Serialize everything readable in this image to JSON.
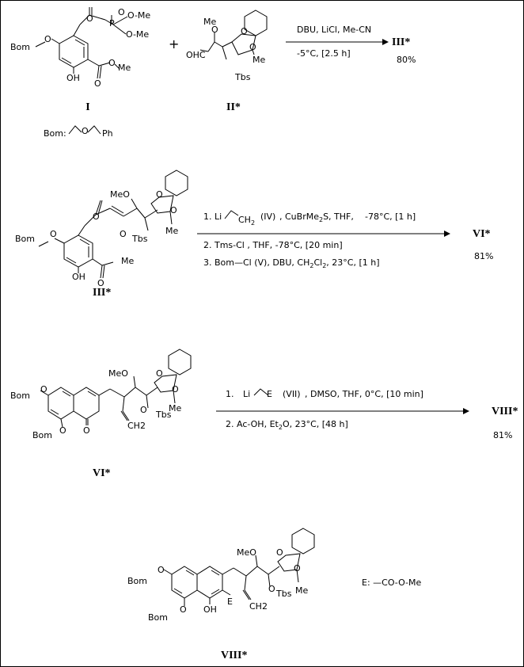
{
  "scheme": {
    "step1": {
      "compound_I": {
        "label": "I",
        "groups": [
          "O",
          "O",
          "P",
          "O-Me",
          "O-Me",
          "Bom",
          "O",
          "O",
          "OH",
          "O",
          "Me"
        ]
      },
      "plus": "+",
      "compound_II": {
        "label": "II*",
        "groups": [
          "O",
          "O",
          "Me",
          "OHC",
          "O",
          "Tbs",
          "Me"
        ]
      },
      "bom_definition": {
        "prefix": "Bom:",
        "O": "O",
        "Ph": "Ph"
      },
      "conditions_top": "DBU, LiCl, Me-CN",
      "conditions_bottom": "-5°C, [2.5 h]",
      "product": "III*",
      "yield": "80%"
    },
    "step2": {
      "compound_III": {
        "label": "III*",
        "groups": [
          "MeO",
          "O",
          "O",
          "O",
          "Tbs",
          "Me",
          "Bom",
          "O",
          "O",
          "O",
          "Me",
          "OH"
        ]
      },
      "reagent1": {
        "num": "1.",
        "li": "Li",
        "ch2": "CH",
        "sub2": "2",
        "ref": "(IV)",
        "rest": ", CuBrMe",
        "sub_me2": "2",
        "s_thf": "S, THF,",
        "temp": "-78°C, [1 h]"
      },
      "reagent2": {
        "text": "2. Tms-Cl , THF, -78°C, [20 min]"
      },
      "reagent3": {
        "pre": "3. Bom—Cl",
        "ref": "(V)",
        "mid": ", DBU, CH",
        "s1": "2",
        "cl": "Cl",
        "s2": "2",
        "post": ", 23°C, [1 h]"
      },
      "product": "VI*",
      "yield": "81%"
    },
    "step3": {
      "compound_VI": {
        "label": "VI*",
        "groups": [
          "MeO",
          "O",
          "O",
          "O",
          "Tbs",
          "Me",
          "Bom",
          "O",
          "Bom",
          "O",
          "O",
          "CH2"
        ]
      },
      "reagent1": {
        "num": "1.",
        "li": "Li",
        "e": "E",
        "ref": "(VII)",
        "rest": ", DMSO, THF, 0°C, [10 min]"
      },
      "reagent2": {
        "pre": "2. Ac-OH, Et",
        "sub": "2",
        "post": "O, 23°C, [48 h]"
      },
      "product": "VIII*",
      "yield": "81%"
    },
    "step4": {
      "compound_VIII": {
        "label": "VIII*",
        "groups": [
          "MeO",
          "O",
          "O",
          "O",
          "Tbs",
          "Me",
          "Bom",
          "O",
          "Bom",
          "O",
          "OH",
          "E",
          "CH2"
        ]
      },
      "e_definition": "E:  —CO-O-Me"
    }
  }
}
